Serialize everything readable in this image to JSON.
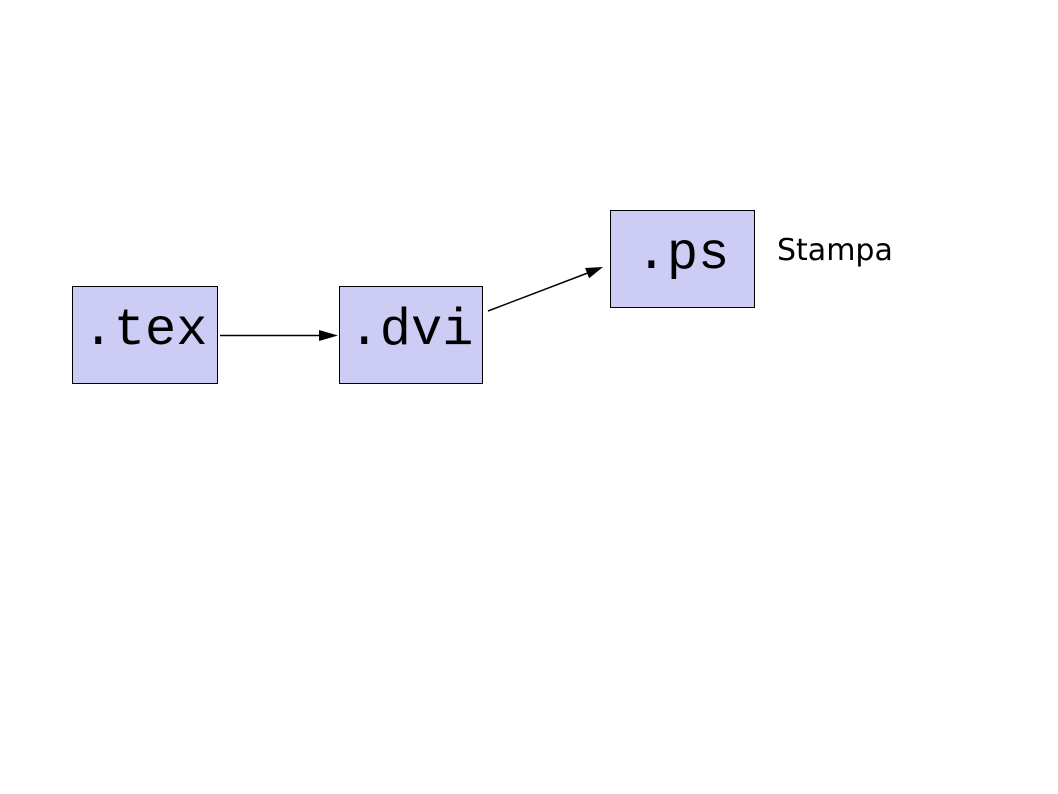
{
  "diagram": {
    "type": "flow-diagram",
    "nodes": [
      {
        "id": "tex",
        "label": ".tex"
      },
      {
        "id": "dvi",
        "label": ".dvi"
      },
      {
        "id": "ps",
        "label": ".ps"
      }
    ],
    "edges": [
      {
        "from": "tex",
        "to": "dvi"
      },
      {
        "from": "dvi",
        "to": "ps"
      }
    ],
    "annotations": [
      {
        "id": "stampa",
        "text": "Stampa"
      }
    ],
    "colors": {
      "node_fill": "#ccccf5",
      "node_border": "#000000",
      "arrow": "#000000",
      "text": "#000000",
      "background": "#ffffff"
    }
  }
}
